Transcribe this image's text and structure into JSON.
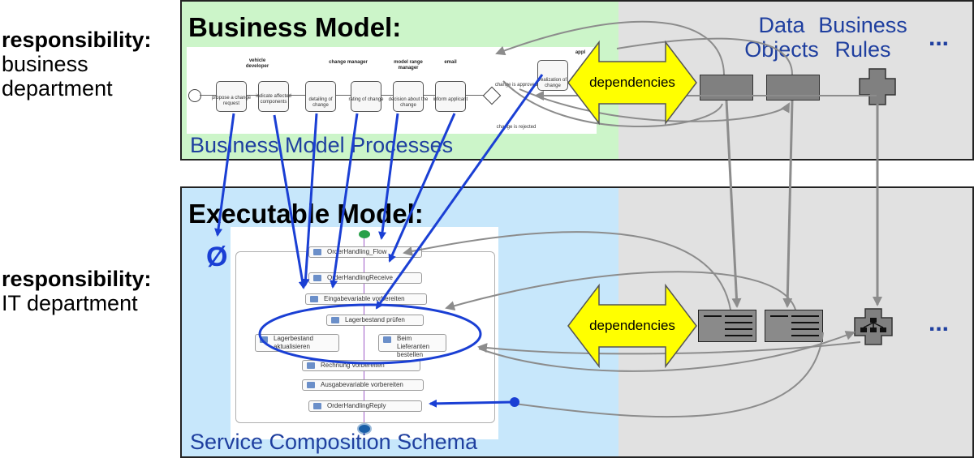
{
  "left_labels": {
    "business": {
      "title": "responsibility:",
      "lines": [
        "business",
        "department"
      ]
    },
    "it": {
      "title": "responsibility:",
      "lines": [
        "IT department"
      ]
    }
  },
  "business_panel": {
    "title": "Business Model:",
    "processes_label": "Business Model Processes",
    "roles": [
      "vehicle developer",
      "change manager",
      "model range manager",
      "email"
    ],
    "tasks": [
      "propose a change request",
      "indicate affected components",
      "detailing of change",
      "rating of change",
      "decision about the change",
      "inform applicant"
    ],
    "events": [
      "change is approved",
      "change is rejected",
      "realization of change"
    ],
    "edge_fragment": "appl"
  },
  "executable_panel": {
    "title": "Executable Model:",
    "schema_label": "Service Composition Schema",
    "empty_set_symbol": "Ø",
    "activities": [
      "OrderHandling_Flow",
      "OrderHandlingReceive",
      "Eingabevariable vorbereiten",
      "Lagerbestand prüfen",
      "Lagerbestand aktualisieren",
      "Beim Lieferanten bestellen",
      "Rechnung vorbereiten",
      "Ausgabevariable vorbereiten",
      "OrderHandlingReply"
    ]
  },
  "headers": {
    "data_objects": [
      "Data",
      "Objects"
    ],
    "business_rules": [
      "Business",
      "Rules"
    ],
    "ellipsis": "..."
  },
  "dependencies_label": "dependencies",
  "colors": {
    "business_green": "#ccf5c9",
    "executable_blue": "#c7e7fb",
    "grey_band": "#e1e1e1",
    "arrow_blue": "#1a3fd4",
    "yellow_arrow": "#ffff00",
    "grey_arrow": "#8c8c8c"
  }
}
